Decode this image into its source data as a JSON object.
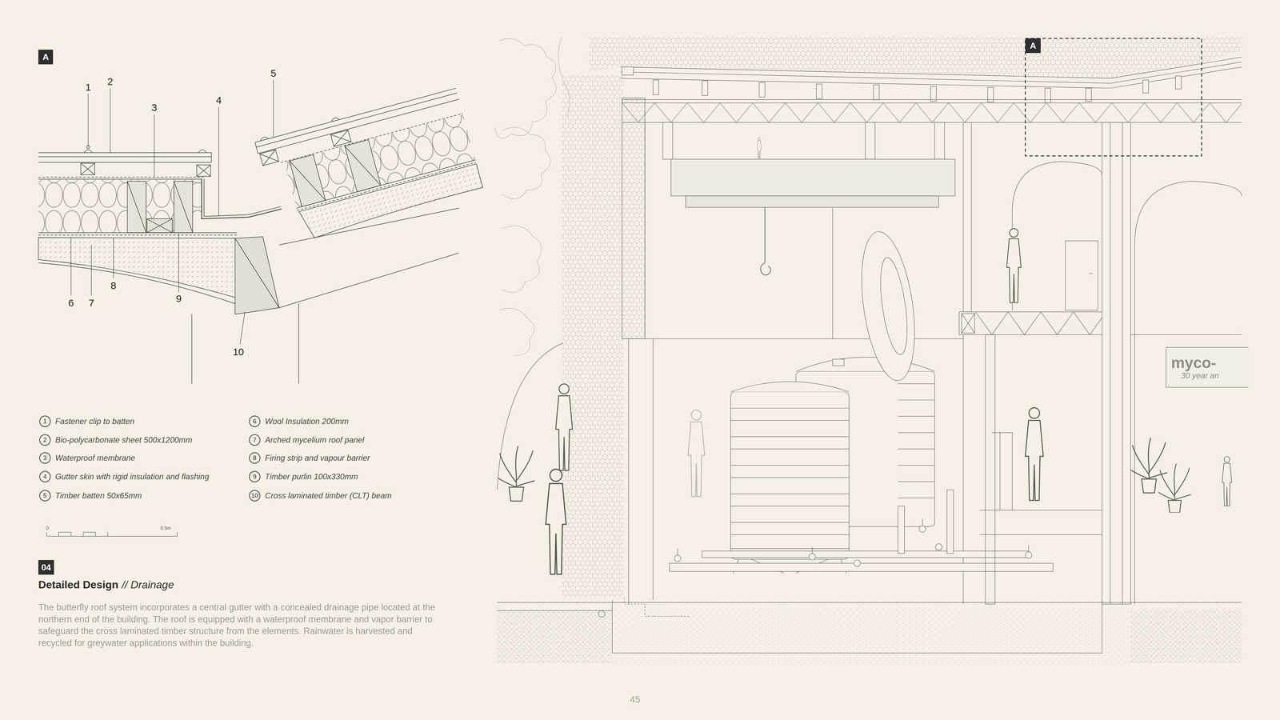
{
  "diagram": {
    "title": "Detailed Design",
    "caption": "The butterfly roof system incorporates a central gutter with a concealed drainage pipe located at the northern end of the building. The roof is equipped with a waterproof membrane and vapor barrier to safeguard the cross laminated timber structure from the elements. Rainwater is harvested and recycled for greywater applications within the building.",
    "nodes": [
      {
        "text": [
          "A"
        ]
      },
      {
        "text": [
          "1",
          "Fastener clip to batten"
        ]
      },
      {
        "text": [
          "2",
          "Bio-polycarbonate sheet 500x1200mm"
        ]
      },
      {
        "text": [
          "3",
          "Waterproof membrane"
        ]
      },
      {
        "text": [
          "4",
          "Gutter skin with rigid insulation and flashing"
        ]
      },
      {
        "text": [
          "5",
          "Timber batten 50x65mm"
        ]
      },
      {
        "text": [
          "6",
          "Wool Insulation 200mm"
        ]
      },
      {
        "text": [
          "7",
          "Arched mycelium roof panel"
        ]
      },
      {
        "text": [
          "8",
          "Firing strip and vapour barrier"
        ]
      },
      {
        "text": [
          "9",
          "Timber purlin 100x330mm"
        ]
      },
      {
        "text": [
          "10",
          "Cross laminated timber (CLT) beam"
        ]
      },
      {
        "text": [
          "04"
        ]
      },
      {
        "text": [
          "A"
        ]
      },
      {
        "text": [
          "myco-",
          "30 year an"
        ]
      }
    ],
    "labels": [
      "1",
      "2",
      "3",
      "4",
      "5",
      "6",
      "7",
      "8",
      "9",
      "10",
      "0",
      "0.5m",
      "// Drainage",
      "45"
    ]
  }
}
